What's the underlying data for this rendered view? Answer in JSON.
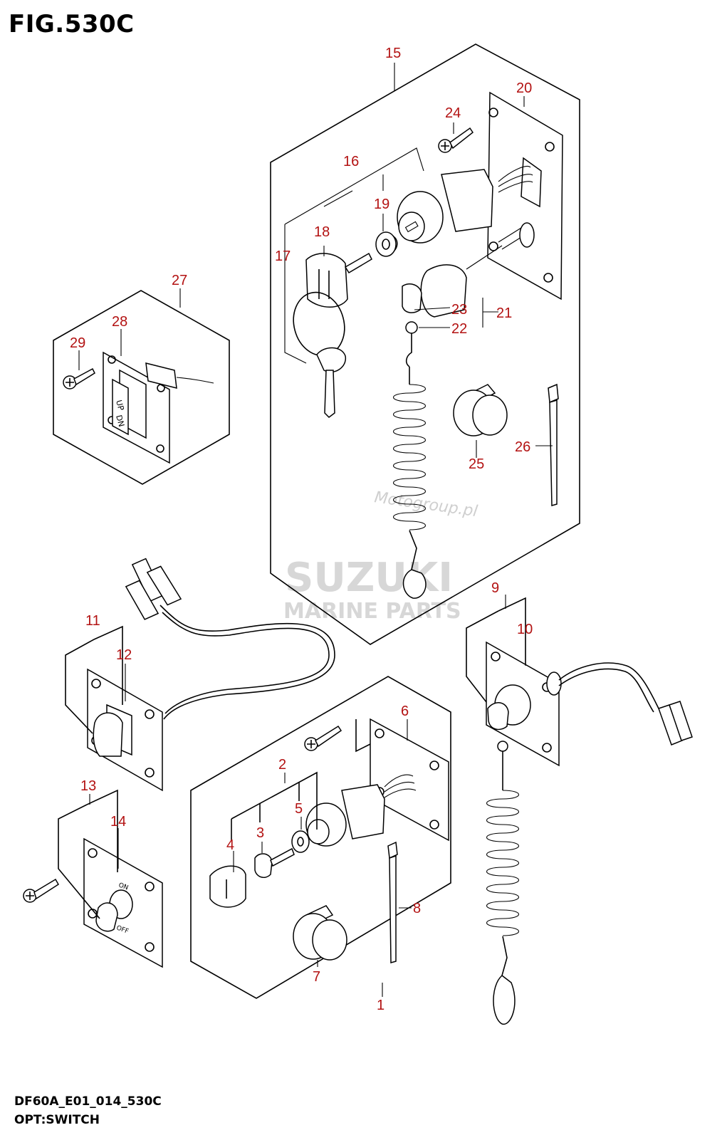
{
  "figure": {
    "title": "FIG.530C",
    "code": "DF60A_E01_014_530C",
    "name": "OPT:SWITCH"
  },
  "watermark": {
    "line1": "SUZUKI",
    "line2": "MARINE PARTS",
    "line3": "Motogroup.pl"
  },
  "callouts": {
    "c1": "1",
    "c2": "2",
    "c3": "3",
    "c4": "4",
    "c5": "5",
    "c6": "6",
    "c7": "7",
    "c8": "8",
    "c9": "9",
    "c10": "10",
    "c11": "11",
    "c12": "12",
    "c13": "13",
    "c14": "14",
    "c15": "15",
    "c16": "16",
    "c17": "17",
    "c18": "18",
    "c19": "19",
    "c20": "20",
    "c21": "21",
    "c22": "22",
    "c23": "23",
    "c24": "24",
    "c25": "25",
    "c26": "26",
    "c27": "27",
    "c28": "28",
    "c29": "29"
  },
  "switch_labels": {
    "up": "UP",
    "dn": "DN",
    "on": "ON",
    "off": "OFF"
  },
  "colors": {
    "callout": "#b31212",
    "line": "#000000",
    "watermark": "#d7d7d7"
  }
}
